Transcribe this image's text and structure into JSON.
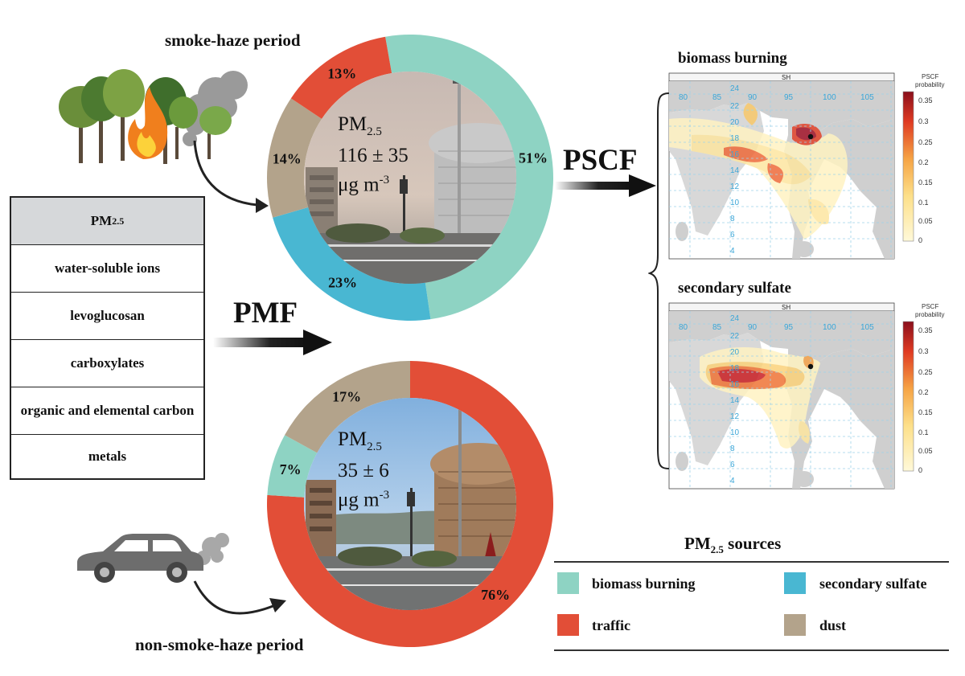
{
  "periods": {
    "smoke": {
      "title": "smoke-haze period",
      "pm_label": "PM",
      "pm_sub": "2.5",
      "pm_value": "116 ± 35",
      "pm_unit": "μg m",
      "pm_unit_sup": "-3"
    },
    "nonsmoke": {
      "title": "non-smoke-haze period",
      "pm_label": "PM",
      "pm_sub": "2.5",
      "pm_value": "35 ± 6",
      "pm_unit": "μg m",
      "pm_unit_sup": "-3"
    }
  },
  "table": {
    "header_main": "PM",
    "header_sub": "2.5",
    "rows": [
      "water-soluble ions",
      "levoglucosan",
      "carboxylates",
      "organic and elemental carbon",
      "metals"
    ]
  },
  "arrows": {
    "pmf": "PMF",
    "pscf": "PSCF"
  },
  "maps": [
    {
      "title": "biomass burning",
      "header": "SH",
      "legend_title_1": "PSCF",
      "legend_title_2": "probability",
      "lon_ticks": [
        "80",
        "85",
        "90",
        "95",
        "100",
        "105"
      ],
      "lat_ticks": [
        "24",
        "22",
        "20",
        "18",
        "16",
        "14",
        "12",
        "10",
        "8",
        "6",
        "4"
      ],
      "scale_ticks": [
        "0.35",
        "0.3",
        "0.25",
        "0.2",
        "0.15",
        "0.1",
        "0.05",
        "0"
      ]
    },
    {
      "title": "secondary sulfate",
      "header": "SH",
      "legend_title_1": "PSCF",
      "legend_title_2": "probability",
      "lon_ticks": [
        "80",
        "85",
        "90",
        "95",
        "100",
        "105"
      ],
      "lat_ticks": [
        "24",
        "22",
        "20",
        "18",
        "16",
        "14",
        "12",
        "10",
        "8",
        "6",
        "4"
      ],
      "scale_ticks": [
        "0.35",
        "0.3",
        "0.25",
        "0.2",
        "0.15",
        "0.1",
        "0.05",
        "0"
      ]
    }
  ],
  "legend": {
    "title_main": "PM",
    "title_sub": "2.5",
    "title_rest": " sources",
    "items": [
      {
        "key": "biomass",
        "label": "biomass burning",
        "color": "#8ed3c3"
      },
      {
        "key": "sulfate",
        "label": "secondary sulfate",
        "color": "#49b7d2"
      },
      {
        "key": "traffic",
        "label": "traffic",
        "color": "#e24e37"
      },
      {
        "key": "dust",
        "label": "dust",
        "color": "#b3a38b"
      }
    ]
  },
  "chart_data": [
    {
      "type": "pie",
      "name": "smoke-haze period",
      "categories": [
        "biomass burning",
        "secondary sulfate",
        "dust",
        "traffic"
      ],
      "values": [
        51,
        23,
        14,
        13
      ],
      "labels": [
        "51%",
        "23%",
        "14%",
        "13%"
      ],
      "colors": [
        "#8ed3c3",
        "#49b7d2",
        "#b3a38b",
        "#e24e37"
      ]
    },
    {
      "type": "pie",
      "name": "non-smoke-haze period",
      "categories": [
        "traffic",
        "biomass burning",
        "dust"
      ],
      "values": [
        76,
        7,
        17
      ],
      "labels": [
        "76%",
        "7%",
        "17%"
      ],
      "colors": [
        "#e24e37",
        "#8ed3c3",
        "#b3a38b"
      ]
    }
  ]
}
